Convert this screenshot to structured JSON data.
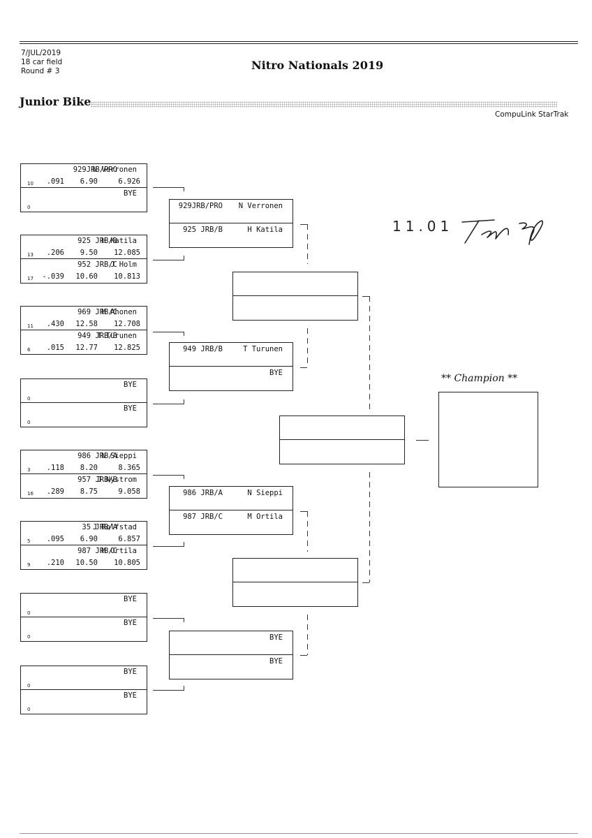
{
  "header": {
    "date": "7/JUL/2019",
    "field": "18 car field",
    "round": "Round # 3",
    "event_title": "Nitro Nationals 2019",
    "class_name": "Junior Bike",
    "brand": "CompuLink StarTrak"
  },
  "round1": [
    {
      "top": {
        "car": "929JRB/PRO",
        "driver": "N Verronen",
        "lane": "10",
        "rt": ".091",
        "dial": "6.90",
        "et": "6.926"
      },
      "bot": {
        "car": "",
        "driver": "BYE",
        "lane": "0",
        "rt": "",
        "dial": "",
        "et": ""
      }
    },
    {
      "top": {
        "car": "925 JRB/B",
        "driver": "H Katila",
        "lane": "13",
        "rt": ".206",
        "dial": "9.50",
        "et": "12.085"
      },
      "bot": {
        "car": "952 JRB/C",
        "driver": "J Holm",
        "lane": "17",
        "rt": "-.039",
        "dial": "10.60",
        "et": "10.813"
      }
    },
    {
      "top": {
        "car": "969 JRB/C",
        "driver": "M Ahonen",
        "lane": "11",
        "rt": ".430",
        "dial": "12.58",
        "et": "12.708"
      },
      "bot": {
        "car": "949 JRB/B",
        "driver": "T Turunen",
        "lane": "6",
        "rt": ".015",
        "dial": "12.77",
        "et": "12.825"
      }
    },
    {
      "top": {
        "car": "",
        "driver": "BYE",
        "lane": "0",
        "rt": "",
        "dial": "",
        "et": ""
      },
      "bot": {
        "car": "",
        "driver": "BYE",
        "lane": "0",
        "rt": "",
        "dial": "",
        "et": ""
      }
    },
    {
      "top": {
        "car": "986 JRB/A",
        "driver": "N Sieppi",
        "lane": "3",
        "rt": ".118",
        "dial": "8.20",
        "et": "8.365"
      },
      "bot": {
        "car": "957 JRB/B",
        "driver": "J Nystrom",
        "lane": "16",
        "rt": ".289",
        "dial": "8.75",
        "et": "9.058"
      }
    },
    {
      "top": {
        "car": "35 JRB/A",
        "driver": "J Rolfstad",
        "lane": "5",
        "rt": ".095",
        "dial": "6.90",
        "et": "6.857"
      },
      "bot": {
        "car": "987 JRB/C",
        "driver": "M Ortila",
        "lane": "9",
        "rt": ".210",
        "dial": "10.50",
        "et": "10.805"
      }
    },
    {
      "top": {
        "car": "",
        "driver": "BYE",
        "lane": "0",
        "rt": "",
        "dial": "",
        "et": ""
      },
      "bot": {
        "car": "",
        "driver": "BYE",
        "lane": "0",
        "rt": "",
        "dial": "",
        "et": ""
      }
    },
    {
      "top": {
        "car": "",
        "driver": "BYE",
        "lane": "0",
        "rt": "",
        "dial": "",
        "et": ""
      },
      "bot": {
        "car": "",
        "driver": "BYE",
        "lane": "0",
        "rt": "",
        "dial": "",
        "et": ""
      }
    }
  ],
  "round2": [
    {
      "top": {
        "car": "929JRB/PRO",
        "driver": "N Verronen"
      },
      "bot": {
        "car": "925 JRB/B",
        "driver": "H Katila"
      }
    },
    {
      "top": {
        "car": "949 JRB/B",
        "driver": "T Turunen"
      },
      "bot": {
        "car": "",
        "driver": "BYE"
      }
    },
    {
      "top": {
        "car": "986 JRB/A",
        "driver": "N Sieppi"
      },
      "bot": {
        "car": "987 JRB/C",
        "driver": "M Ortila"
      }
    },
    {
      "top": {
        "car": "",
        "driver": "BYE"
      },
      "bot": {
        "car": "",
        "driver": "BYE"
      }
    }
  ],
  "champion_label": "** Champion **",
  "handwritten": {
    "time": "11.01",
    "signature": "signature"
  }
}
